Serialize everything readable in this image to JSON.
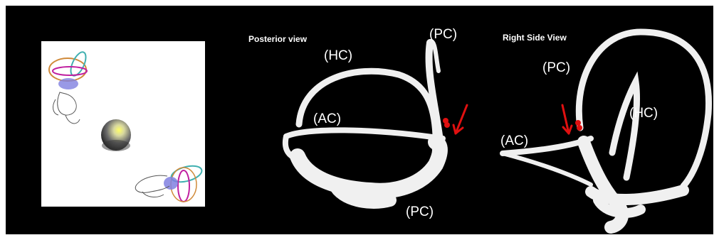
{
  "views": {
    "posterior": {
      "title": "Posterior view",
      "labels": {
        "hc": "(HC)",
        "pc_top": "(PC)",
        "ac": "(AC)",
        "pc_bottom": "(PC)"
      }
    },
    "right_side": {
      "title": "Right Side View",
      "labels": {
        "pc": "(PC)",
        "hc": "(HC)",
        "ac": "(AC)"
      }
    }
  },
  "colors": {
    "background": "#000000",
    "bone": "#f0f0f0",
    "marker": "#e01010",
    "arrow": "#e01010",
    "inset_bg": "#ffffff",
    "canal_orange": "#d08a3a",
    "canal_magenta": "#c020a0",
    "canal_teal": "#40b0b0",
    "vestibule_blue": "#7070e0"
  }
}
